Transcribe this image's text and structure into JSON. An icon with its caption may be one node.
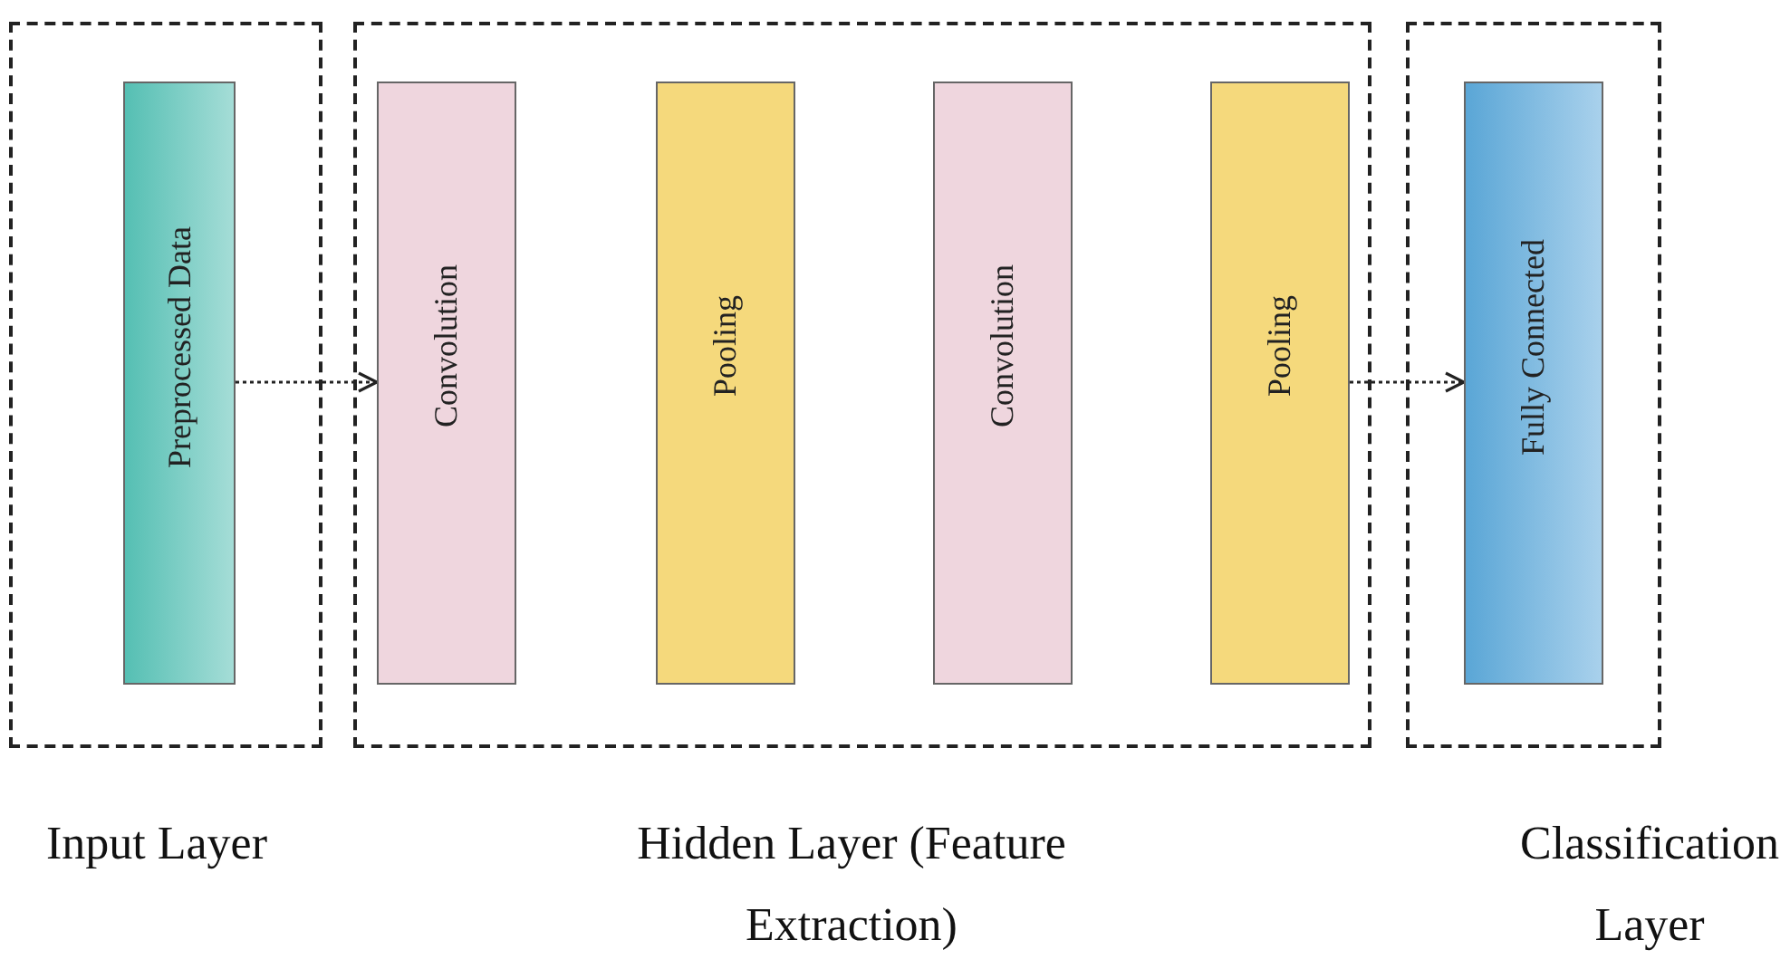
{
  "diagram": {
    "nodes": [
      {
        "text": [
          "Input Layer"
        ]
      },
      {
        "text": [
          "Preprocessed Data"
        ],
        "in": 0
      },
      {
        "text": [
          "Hidden Layer (Feature Extraction)"
        ]
      },
      {
        "text": [
          "Convolution"
        ],
        "in": 2
      },
      {
        "text": [
          "Pooling"
        ],
        "in": 2
      },
      {
        "text": [
          "Convolution"
        ],
        "in": 2
      },
      {
        "text": [
          "Pooling"
        ],
        "in": 2
      },
      {
        "text": [
          "Classification Layer"
        ]
      },
      {
        "text": [
          "Fully Connected"
        ],
        "in": 7
      }
    ],
    "edges": [
      {
        "from": 1,
        "to": 3,
        "arrow": "to",
        "style": "dashed"
      },
      {
        "from": 6,
        "to": 8,
        "arrow": "to",
        "style": "dashed"
      }
    ]
  }
}
